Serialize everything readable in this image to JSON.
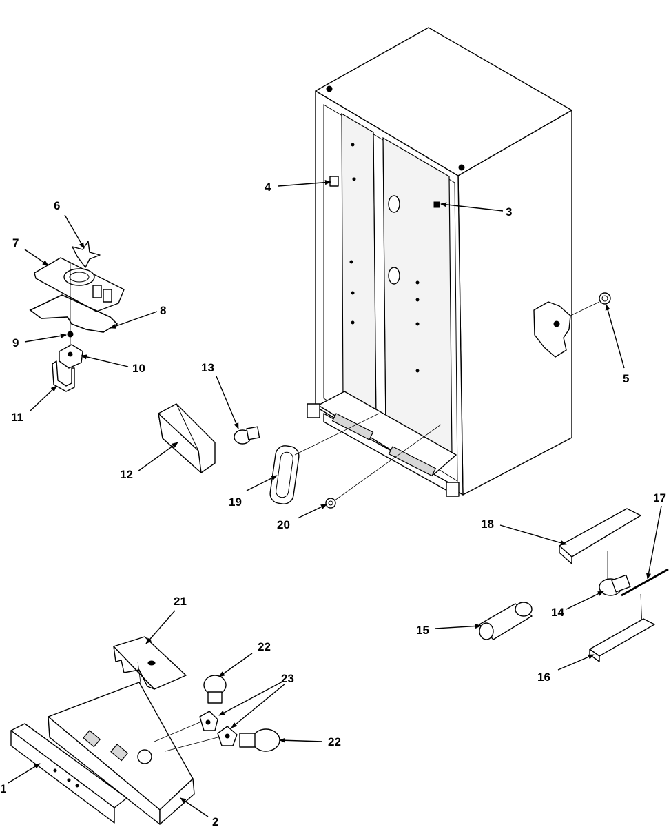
{
  "diagram": {
    "callouts": [
      {
        "id": "c1",
        "text": "1"
      },
      {
        "id": "c2",
        "text": "2"
      },
      {
        "id": "c3",
        "text": "3"
      },
      {
        "id": "c4",
        "text": "4"
      },
      {
        "id": "c5",
        "text": "5"
      },
      {
        "id": "c6",
        "text": "6"
      },
      {
        "id": "c7",
        "text": "7"
      },
      {
        "id": "c8",
        "text": "8"
      },
      {
        "id": "c9",
        "text": "9"
      },
      {
        "id": "c10",
        "text": "10"
      },
      {
        "id": "c11",
        "text": "11"
      },
      {
        "id": "c12",
        "text": "12"
      },
      {
        "id": "c13",
        "text": "13"
      },
      {
        "id": "c14",
        "text": "14"
      },
      {
        "id": "c15",
        "text": "15"
      },
      {
        "id": "c16",
        "text": "16"
      },
      {
        "id": "c17",
        "text": "17"
      },
      {
        "id": "c18",
        "text": "18"
      },
      {
        "id": "c19",
        "text": "19"
      },
      {
        "id": "c20",
        "text": "20"
      },
      {
        "id": "c21",
        "text": "21"
      },
      {
        "id": "c22a",
        "text": "22"
      },
      {
        "id": "c22b",
        "text": "22"
      },
      {
        "id": "c23",
        "text": "23"
      }
    ]
  }
}
